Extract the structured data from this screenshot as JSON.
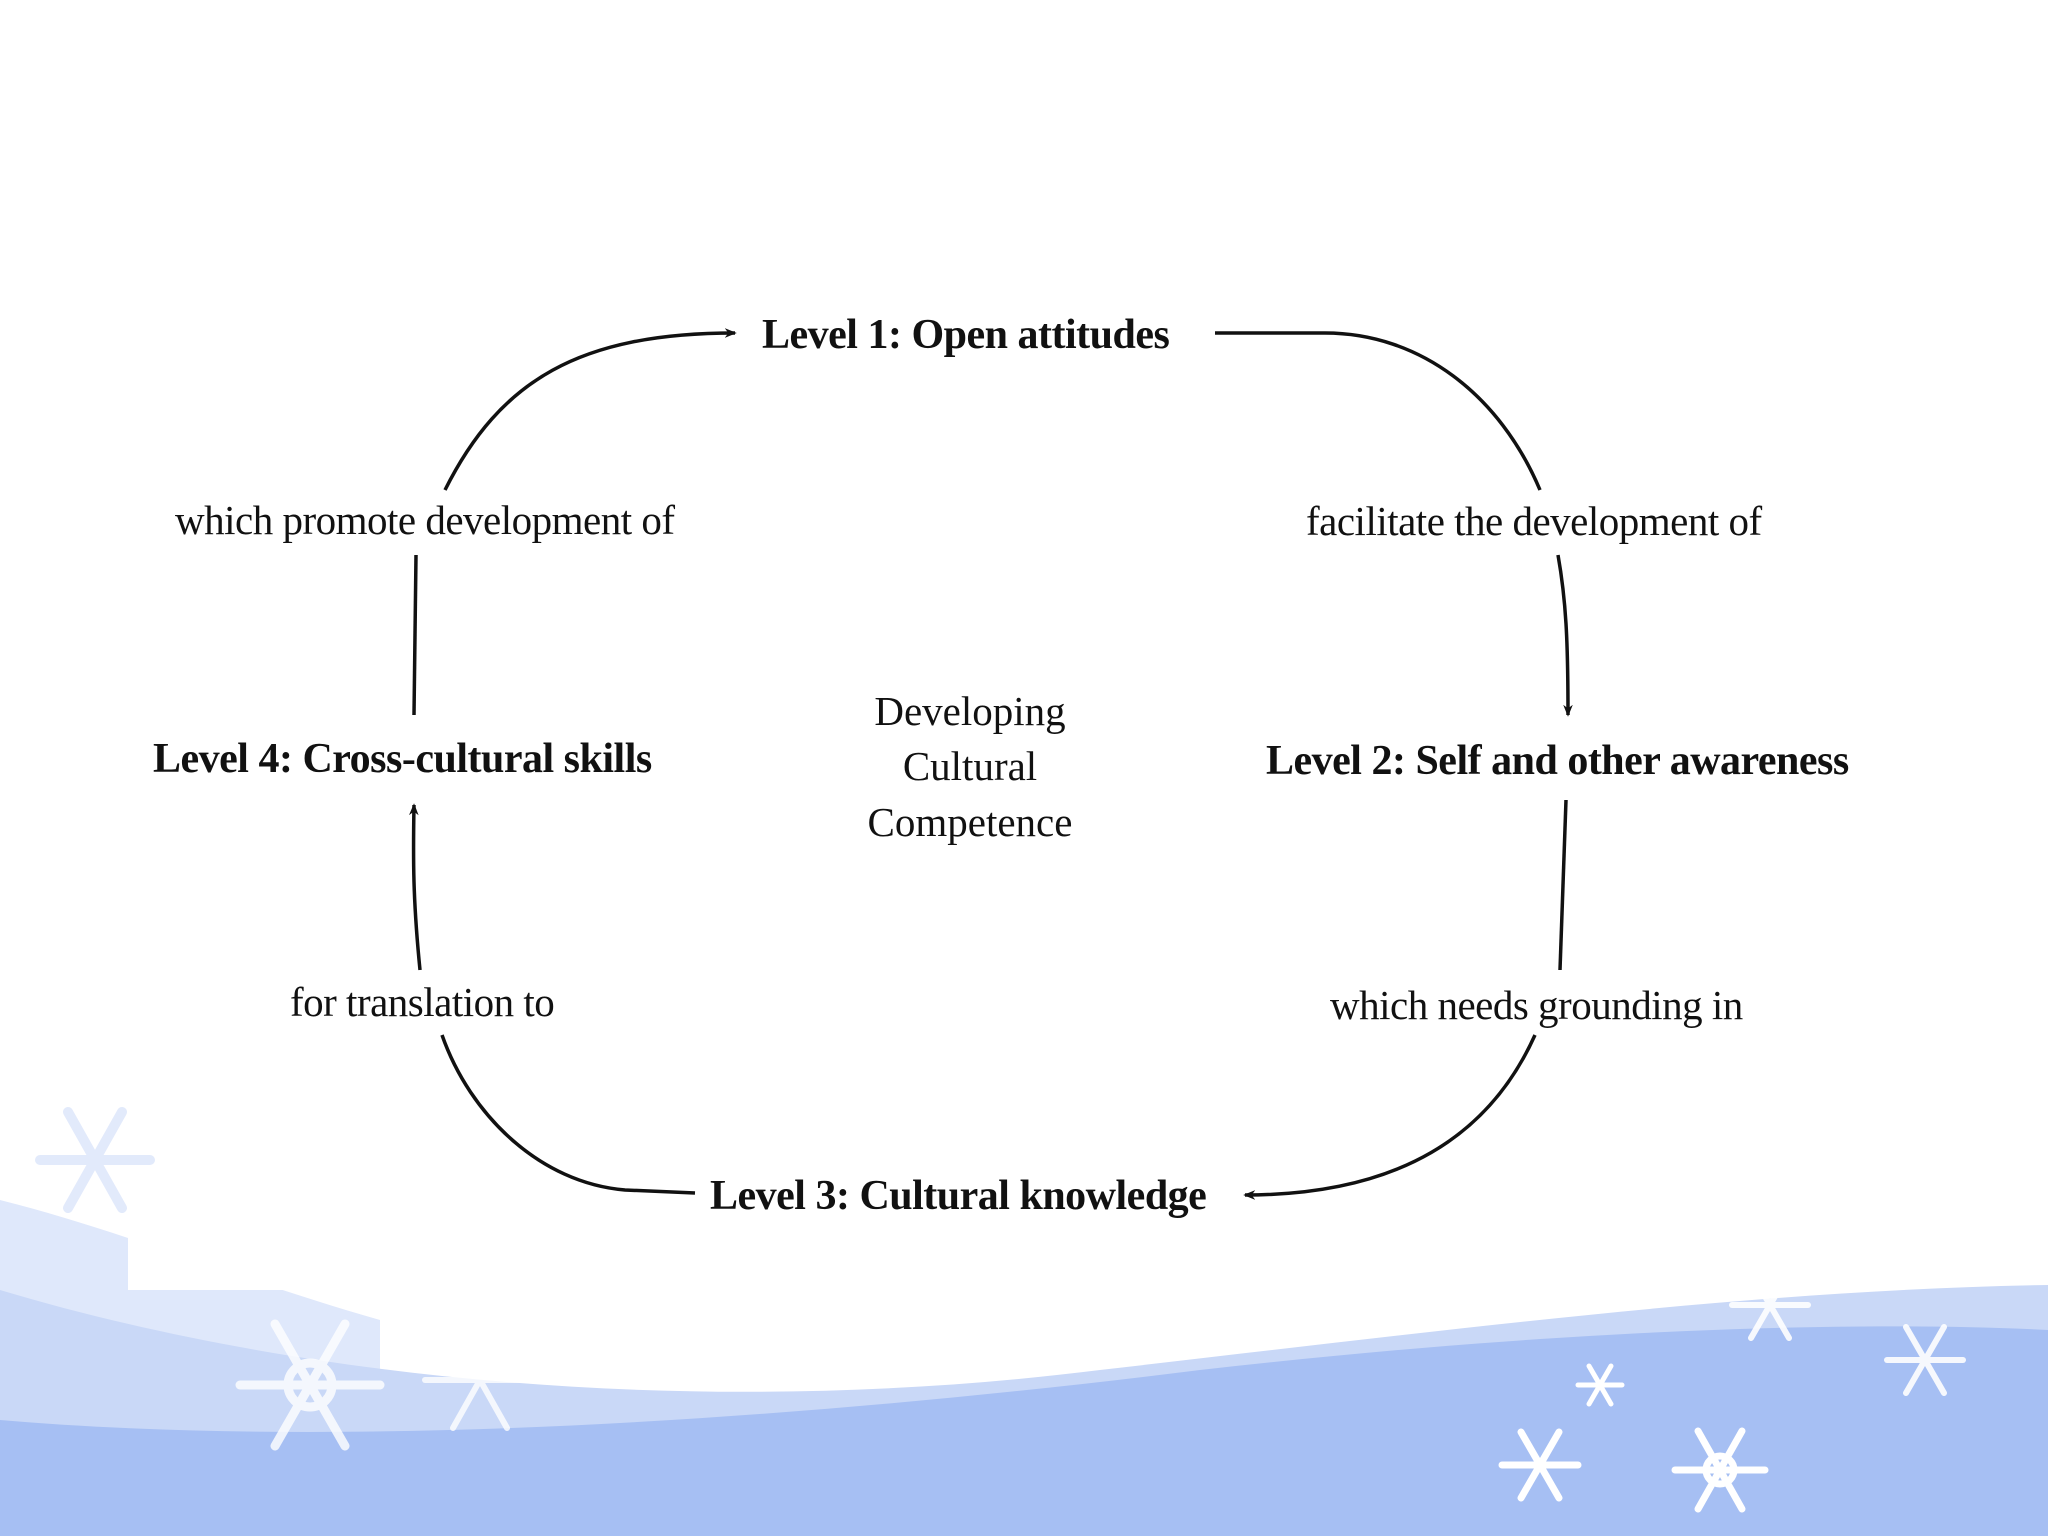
{
  "diagram": {
    "center_label": [
      "Developing",
      "Cultural",
      "Competence"
    ],
    "levels": {
      "level1": "Level 1: Open attitudes",
      "level2": "Level 2: Self and other awareness",
      "level3": "Level 3: Cultural knowledge",
      "level4": "Level 4: Cross-cultural skills"
    },
    "connectors": {
      "c12": "facilitate the development of",
      "c23": "which needs grounding in",
      "c34": "for translation to",
      "c41": "which promote development of"
    }
  },
  "theme": {
    "background": "#ffffff",
    "ink": "#111111",
    "wave_light": "#dfe8fb",
    "wave_mid": "#c3d3f6",
    "wave_dark": "#a3bcf2",
    "snowflake": "#ffffff"
  }
}
